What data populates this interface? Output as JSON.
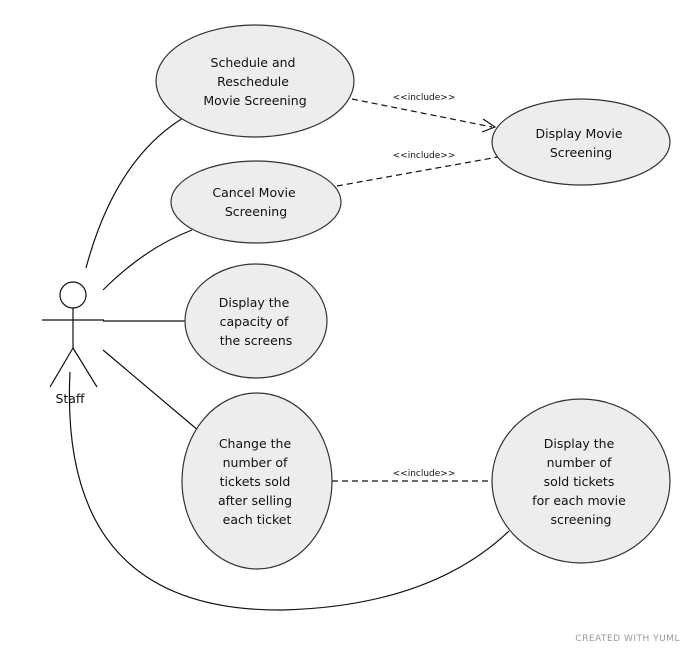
{
  "actor": {
    "label": "Staff"
  },
  "use_cases": [
    {
      "id": "schedule",
      "lines": [
        "Schedule and",
        "Reschedule",
        "Movie Screening"
      ]
    },
    {
      "id": "display-screening",
      "lines": [
        "Display Movie",
        "Screening"
      ]
    },
    {
      "id": "cancel",
      "lines": [
        "Cancel Movie",
        "Screening"
      ]
    },
    {
      "id": "capacity",
      "lines": [
        "Display the",
        "capacity of",
        "the screens"
      ]
    },
    {
      "id": "change-sold",
      "lines": [
        "Change the",
        "number of",
        "tickets sold",
        "after selling",
        "each ticket"
      ]
    },
    {
      "id": "display-sold",
      "lines": [
        "Display the",
        "number of",
        "sold tickets",
        "for each movie",
        "screening"
      ]
    }
  ],
  "relations": {
    "include_label": "<<include>>"
  },
  "footer": {
    "watermark": "CREATED WITH YUML"
  },
  "colors": {
    "ellipse_fill": "#ededed",
    "stroke": "#111111",
    "watermark": "#9a9a9a"
  }
}
